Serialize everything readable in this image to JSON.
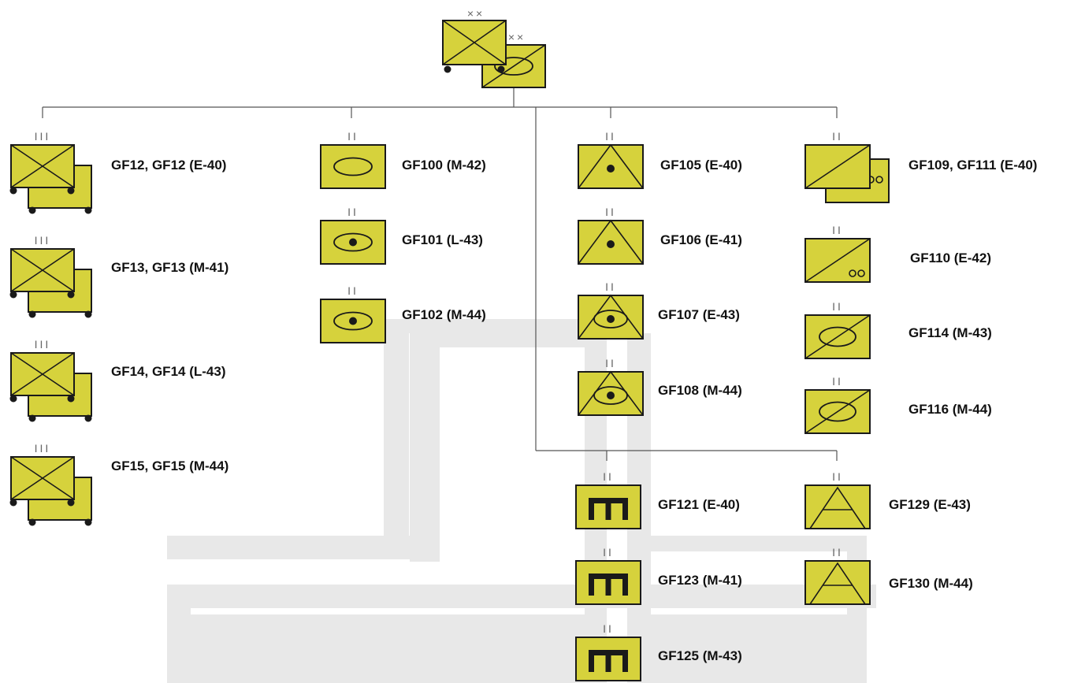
{
  "colors": {
    "fill": "#d6d23c",
    "stroke": "#1a1a1a",
    "echelon": "#666666",
    "line": "#555555",
    "background_shape": "#e8e8e8"
  },
  "echelons": {
    "division": "××",
    "regiment": "III",
    "battalion": "II"
  },
  "root": {
    "echelon": "××",
    "symbols": [
      "armored-infantry-icon",
      "armored-reconnaissance-icon"
    ]
  },
  "units": [
    {
      "key": "gf12",
      "label": "GF12, GF12 (E-40)",
      "echelon": "III",
      "symbol": "armored-infantry-stacked-icon"
    },
    {
      "key": "gf13",
      "label": "GF13, GF13 (M-41)",
      "echelon": "III",
      "symbol": "armored-infantry-stacked-icon"
    },
    {
      "key": "gf14",
      "label": "GF14, GF14 (L-43)",
      "echelon": "III",
      "symbol": "armored-infantry-stacked-icon"
    },
    {
      "key": "gf15",
      "label": "GF15, GF15 (M-44)",
      "echelon": "III",
      "symbol": "armored-infantry-stacked-icon"
    },
    {
      "key": "gf100",
      "label": "GF100 (M-42)",
      "echelon": "II",
      "symbol": "armor-icon"
    },
    {
      "key": "gf101",
      "label": "GF101 (L-43)",
      "echelon": "II",
      "symbol": "anti-tank-icon"
    },
    {
      "key": "gf102",
      "label": "GF102 (M-44)",
      "echelon": "II",
      "symbol": "anti-tank-icon"
    },
    {
      "key": "gf105",
      "label": "GF105 (E-40)",
      "echelon": "II",
      "symbol": "artillery-icon"
    },
    {
      "key": "gf106",
      "label": "GF106 (E-41)",
      "echelon": "II",
      "symbol": "artillery-icon"
    },
    {
      "key": "gf107",
      "label": "GF107 (E-43)",
      "echelon": "II",
      "symbol": "self-propelled-artillery-icon"
    },
    {
      "key": "gf108",
      "label": "GF108 (M-44)",
      "echelon": "II",
      "symbol": "self-propelled-artillery-icon"
    },
    {
      "key": "gf109",
      "label": "GF109, GF111 (E-40)",
      "echelon": "II",
      "symbol": "motorized-recon-stacked-icon"
    },
    {
      "key": "gf110",
      "label": "GF110 (E-42)",
      "echelon": "II",
      "symbol": "motorized-recon-icon"
    },
    {
      "key": "gf114",
      "label": "GF114 (M-43)",
      "echelon": "II",
      "symbol": "armored-recon-icon"
    },
    {
      "key": "gf116",
      "label": "GF116 (M-44)",
      "echelon": "II",
      "symbol": "armored-recon-icon"
    },
    {
      "key": "gf121",
      "label": "GF121 (E-40)",
      "echelon": "II",
      "symbol": "engineer-icon"
    },
    {
      "key": "gf123",
      "label": "GF123 (M-41)",
      "echelon": "II",
      "symbol": "engineer-icon"
    },
    {
      "key": "gf125",
      "label": "GF125 (M-43)",
      "echelon": "II",
      "symbol": "engineer-icon"
    },
    {
      "key": "gf129",
      "label": "GF129 (E-43)",
      "echelon": "II",
      "symbol": "anti-aircraft-icon"
    },
    {
      "key": "gf130",
      "label": "GF130 (M-44)",
      "echelon": "II",
      "symbol": "anti-aircraft-icon"
    }
  ]
}
